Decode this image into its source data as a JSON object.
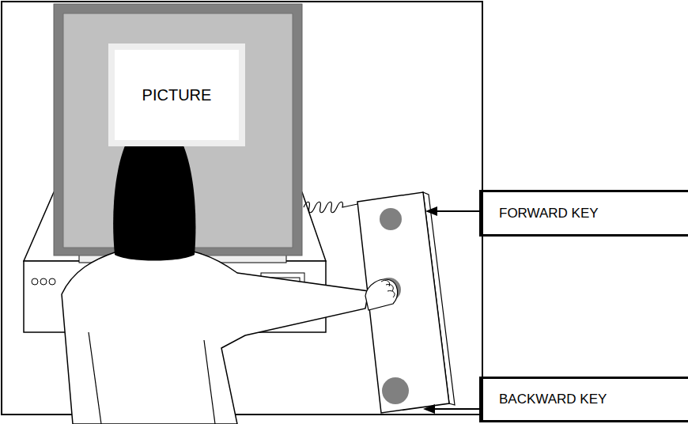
{
  "diagram": {
    "nodes": [
      {
        "text": [
          "PICTURE"
        ]
      },
      {
        "text": [
          "FORWARD KEY"
        ]
      },
      {
        "text": [
          "BACKWARD KEY"
        ]
      }
    ]
  }
}
